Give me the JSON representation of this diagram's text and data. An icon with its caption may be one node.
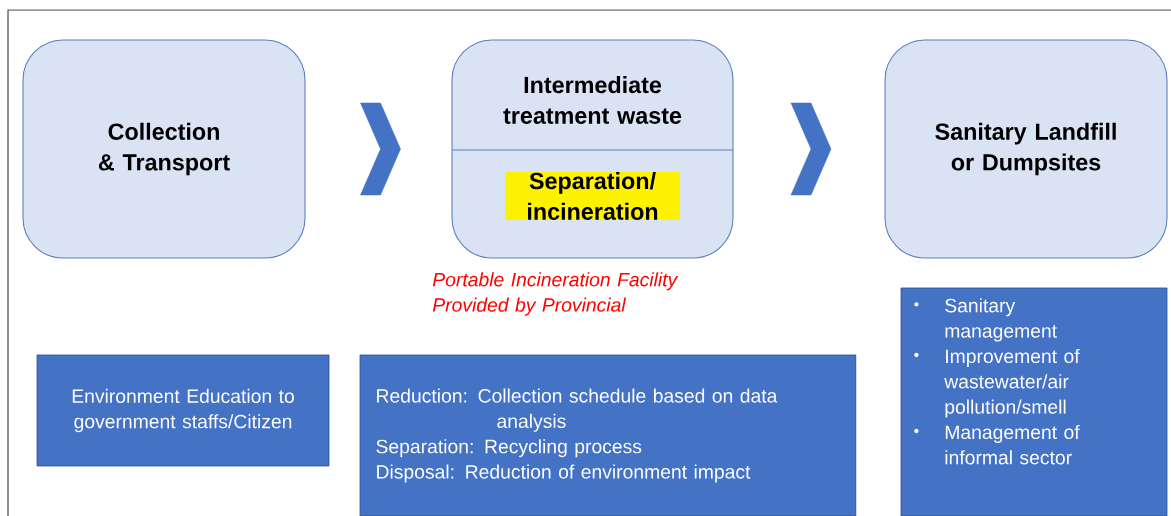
{
  "diagram": {
    "nodes": [
      {
        "text": [
          "Collection & Transport"
        ]
      },
      {
        "text": [
          "Intermediate treatment waste",
          "Separation/ incineration"
        ],
        "beside": [
          "Portable Incineration Facility Provided by Provincial"
        ]
      },
      {
        "text": [
          "Sanitary Landfill or Dumpsites"
        ]
      },
      {
        "text": [
          "Environment Education to government staffs/Citizen"
        ]
      },
      {
        "text": [
          "Reduction: Collection schedule based on data analysis",
          "Separation: Recycling process",
          "Disposal: Reduction of environment impact"
        ]
      },
      {
        "text": [
          "Sanitary management",
          "Improvement of wastewater/air pollution/smell",
          "Management of informal sector"
        ]
      }
    ],
    "edges": [
      {
        "from": 0,
        "to": 1,
        "arrow": "to"
      },
      {
        "from": 1,
        "to": 2,
        "arrow": "to"
      }
    ]
  }
}
